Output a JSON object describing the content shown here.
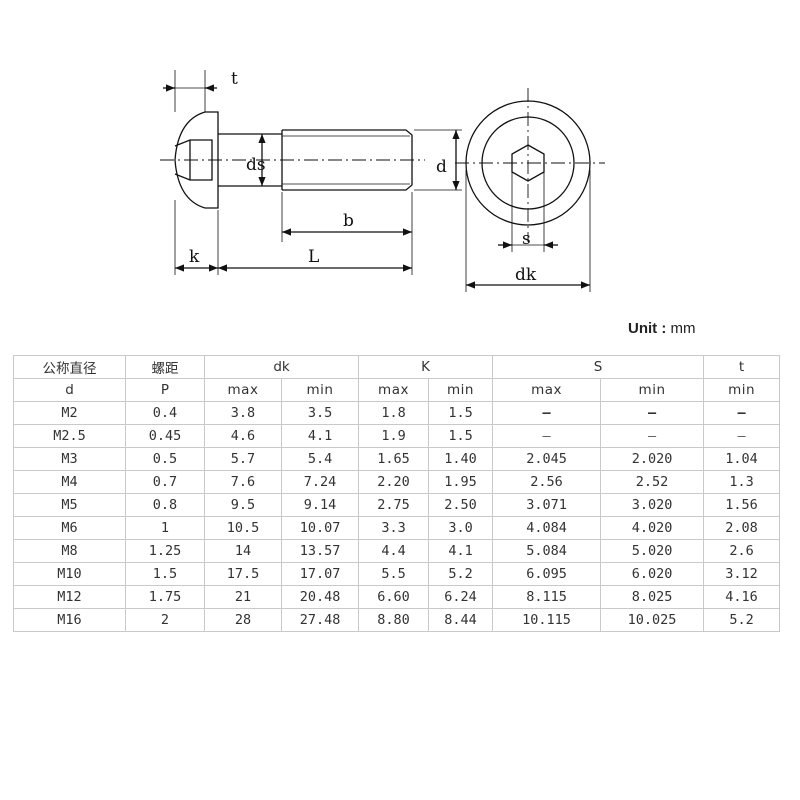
{
  "drawing": {
    "labels": {
      "t": "t",
      "ds": "ds",
      "d": "d",
      "b": "b",
      "k": "k",
      "L": "L",
      "s": "s",
      "dk": "dk"
    }
  },
  "unit": {
    "prefix": "Unit :",
    "value": "mm"
  },
  "table": {
    "headers": [
      "公称直径",
      "螺距",
      "dk",
      "K",
      "S",
      "t"
    ],
    "subheaders": [
      "d",
      "P",
      "max",
      "min",
      "max",
      "min",
      "max",
      "min",
      "min"
    ],
    "rows": [
      [
        "M2",
        "0.4",
        "3.8",
        "3.5",
        "1.8",
        "1.5",
        "–",
        "–",
        "–"
      ],
      [
        "M2.5",
        "0.45",
        "4.6",
        "4.1",
        "1.9",
        "1.5",
        "–",
        "–",
        "–"
      ],
      [
        "M3",
        "0.5",
        "5.7",
        "5.4",
        "1.65",
        "1.40",
        "2.045",
        "2.020",
        "1.04"
      ],
      [
        "M4",
        "0.7",
        "7.6",
        "7.24",
        "2.20",
        "1.95",
        "2.56",
        "2.52",
        "1.3"
      ],
      [
        "M5",
        "0.8",
        "9.5",
        "9.14",
        "2.75",
        "2.50",
        "3.071",
        "3.020",
        "1.56"
      ],
      [
        "M6",
        "1",
        "10.5",
        "10.07",
        "3.3",
        "3.0",
        "4.084",
        "4.020",
        "2.08"
      ],
      [
        "M8",
        "1.25",
        "14",
        "13.57",
        "4.4",
        "4.1",
        "5.084",
        "5.020",
        "2.6"
      ],
      [
        "M10",
        "1.5",
        "17.5",
        "17.07",
        "5.5",
        "5.2",
        "6.095",
        "6.020",
        "3.12"
      ],
      [
        "M12",
        "1.75",
        "21",
        "20.48",
        "6.60",
        "6.24",
        "8.115",
        "8.025",
        "4.16"
      ],
      [
        "M16",
        "2",
        "28",
        "27.48",
        "8.80",
        "8.44",
        "10.115",
        "10.025",
        "5.2"
      ]
    ]
  }
}
